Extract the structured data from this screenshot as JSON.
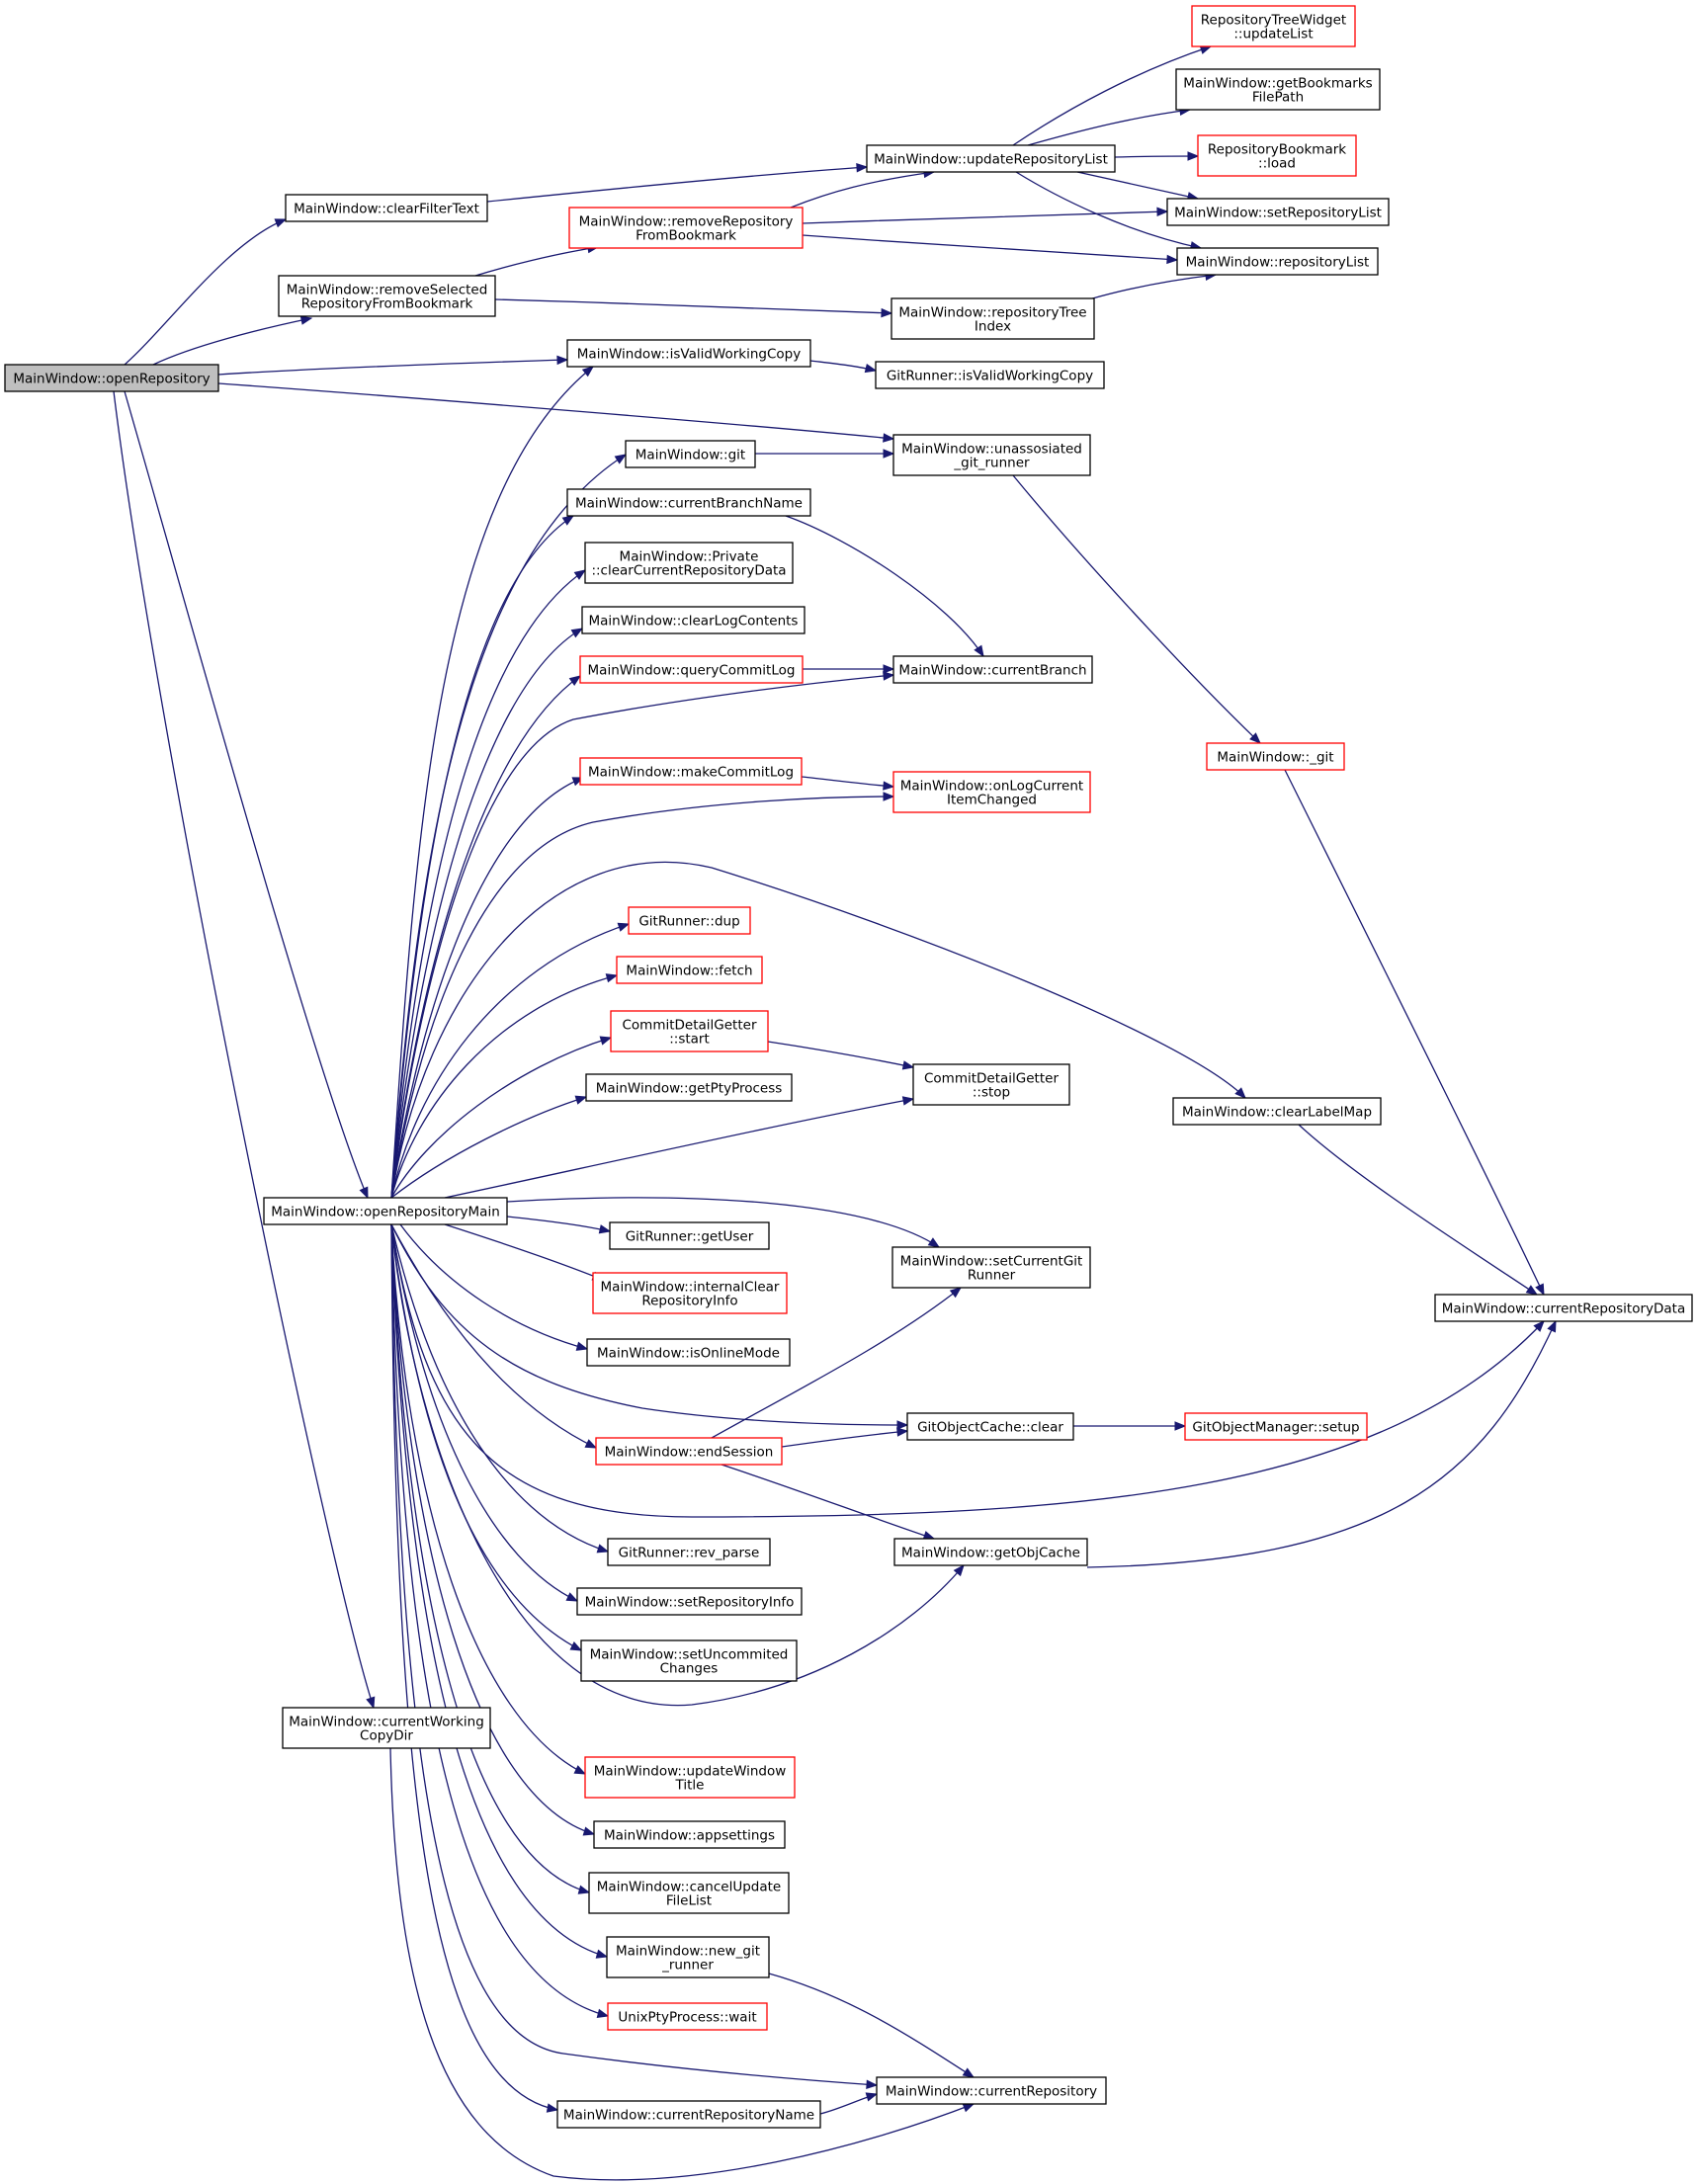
{
  "graph": {
    "nodes": [
      {
        "id": "openRepository",
        "lines": [
          "MainWindow::openRepository"
        ],
        "style": "root"
      },
      {
        "id": "clearFilterText",
        "lines": [
          "MainWindow::clearFilterText"
        ],
        "style": "black"
      },
      {
        "id": "removeSelectedRepo",
        "lines": [
          "MainWindow::removeSelected",
          "RepositoryFromBookmark"
        ],
        "style": "black"
      },
      {
        "id": "removeRepoFromBookmark",
        "lines": [
          "MainWindow::removeRepository",
          "FromBookmark"
        ],
        "style": "red"
      },
      {
        "id": "updateRepositoryList",
        "lines": [
          "MainWindow::updateRepositoryList"
        ],
        "style": "black"
      },
      {
        "id": "repoTreeWidgetUpdateList",
        "lines": [
          "RepositoryTreeWidget",
          "::updateList"
        ],
        "style": "red"
      },
      {
        "id": "getBookmarksFilePath",
        "lines": [
          "MainWindow::getBookmarks",
          "FilePath"
        ],
        "style": "black"
      },
      {
        "id": "repositoryBookmarkLoad",
        "lines": [
          "RepositoryBookmark",
          "::load"
        ],
        "style": "red"
      },
      {
        "id": "setRepositoryList",
        "lines": [
          "MainWindow::setRepositoryList"
        ],
        "style": "black"
      },
      {
        "id": "repositoryList",
        "lines": [
          "MainWindow::repositoryList"
        ],
        "style": "black"
      },
      {
        "id": "repositoryTreeIndex",
        "lines": [
          "MainWindow::repositoryTree",
          "Index"
        ],
        "style": "black"
      },
      {
        "id": "isValidWorkingCopy",
        "lines": [
          "MainWindow::isValidWorkingCopy"
        ],
        "style": "black"
      },
      {
        "id": "gitRunnerIsValidWorkingCopy",
        "lines": [
          "GitRunner::isValidWorkingCopy"
        ],
        "style": "black"
      },
      {
        "id": "mwGit",
        "lines": [
          "MainWindow::git"
        ],
        "style": "black"
      },
      {
        "id": "unassosiatedGitRunner",
        "lines": [
          "MainWindow::unassosiated",
          "_git_runner"
        ],
        "style": "black"
      },
      {
        "id": "currentBranchName",
        "lines": [
          "MainWindow::currentBranchName"
        ],
        "style": "black"
      },
      {
        "id": "privateClearCurrentRepoData",
        "lines": [
          "MainWindow::Private",
          "::clearCurrentRepositoryData"
        ],
        "style": "black"
      },
      {
        "id": "clearLogContents",
        "lines": [
          "MainWindow::clearLogContents"
        ],
        "style": "black"
      },
      {
        "id": "queryCommitLog",
        "lines": [
          "MainWindow::queryCommitLog"
        ],
        "style": "red"
      },
      {
        "id": "currentBranch",
        "lines": [
          "MainWindow::currentBranch"
        ],
        "style": "black"
      },
      {
        "id": "mwUnderscoreGit",
        "lines": [
          "MainWindow::_git"
        ],
        "style": "red"
      },
      {
        "id": "makeCommitLog",
        "lines": [
          "MainWindow::makeCommitLog"
        ],
        "style": "red"
      },
      {
        "id": "onLogCurrentItemChanged",
        "lines": [
          "MainWindow::onLogCurrent",
          "ItemChanged"
        ],
        "style": "red"
      },
      {
        "id": "gitRunnerDup",
        "lines": [
          "GitRunner::dup"
        ],
        "style": "red"
      },
      {
        "id": "mwFetch",
        "lines": [
          "MainWindow::fetch"
        ],
        "style": "red"
      },
      {
        "id": "commitDetailGetterStart",
        "lines": [
          "CommitDetailGetter",
          "::start"
        ],
        "style": "red"
      },
      {
        "id": "commitDetailGetterStop",
        "lines": [
          "CommitDetailGetter",
          "::stop"
        ],
        "style": "black"
      },
      {
        "id": "getPtyProcess",
        "lines": [
          "MainWindow::getPtyProcess"
        ],
        "style": "black"
      },
      {
        "id": "clearLabelMap",
        "lines": [
          "MainWindow::clearLabelMap"
        ],
        "style": "black"
      },
      {
        "id": "openRepositoryMain",
        "lines": [
          "MainWindow::openRepositoryMain"
        ],
        "style": "black"
      },
      {
        "id": "gitRunnerGetUser",
        "lines": [
          "GitRunner::getUser"
        ],
        "style": "black"
      },
      {
        "id": "setCurrentGitRunner",
        "lines": [
          "MainWindow::setCurrentGit",
          "Runner"
        ],
        "style": "black"
      },
      {
        "id": "internalClearRepoInfo",
        "lines": [
          "MainWindow::internalClear",
          "RepositoryInfo"
        ],
        "style": "red"
      },
      {
        "id": "currentRepositoryData",
        "lines": [
          "MainWindow::currentRepositoryData"
        ],
        "style": "black"
      },
      {
        "id": "isOnlineMode",
        "lines": [
          "MainWindow::isOnlineMode"
        ],
        "style": "black"
      },
      {
        "id": "gitObjectCacheClear",
        "lines": [
          "GitObjectCache::clear"
        ],
        "style": "black"
      },
      {
        "id": "gitObjectManagerSetup",
        "lines": [
          "GitObjectManager::setup"
        ],
        "style": "red"
      },
      {
        "id": "endSession",
        "lines": [
          "MainWindow::endSession"
        ],
        "style": "red"
      },
      {
        "id": "gitRunnerRevParse",
        "lines": [
          "GitRunner::rev_parse"
        ],
        "style": "black"
      },
      {
        "id": "getObjCache",
        "lines": [
          "MainWindow::getObjCache"
        ],
        "style": "black"
      },
      {
        "id": "setRepositoryInfo",
        "lines": [
          "MainWindow::setRepositoryInfo"
        ],
        "style": "black"
      },
      {
        "id": "setUncommitedChanges",
        "lines": [
          "MainWindow::setUncommited",
          "Changes"
        ],
        "style": "black"
      },
      {
        "id": "currentWorkingCopyDir",
        "lines": [
          "MainWindow::currentWorking",
          "CopyDir"
        ],
        "style": "black"
      },
      {
        "id": "updateWindowTitle",
        "lines": [
          "MainWindow::updateWindow",
          "Title"
        ],
        "style": "red"
      },
      {
        "id": "appsettings",
        "lines": [
          "MainWindow::appsettings"
        ],
        "style": "black"
      },
      {
        "id": "cancelUpdateFileList",
        "lines": [
          "MainWindow::cancelUpdate",
          "FileList"
        ],
        "style": "black"
      },
      {
        "id": "newGitRunner",
        "lines": [
          "MainWindow::new_git",
          "_runner"
        ],
        "style": "black"
      },
      {
        "id": "unixPtyProcessWait",
        "lines": [
          "UnixPtyProcess::wait"
        ],
        "style": "red"
      },
      {
        "id": "currentRepository",
        "lines": [
          "MainWindow::currentRepository"
        ],
        "style": "black"
      },
      {
        "id": "currentRepositoryName",
        "lines": [
          "MainWindow::currentRepositoryName"
        ],
        "style": "black"
      }
    ]
  }
}
